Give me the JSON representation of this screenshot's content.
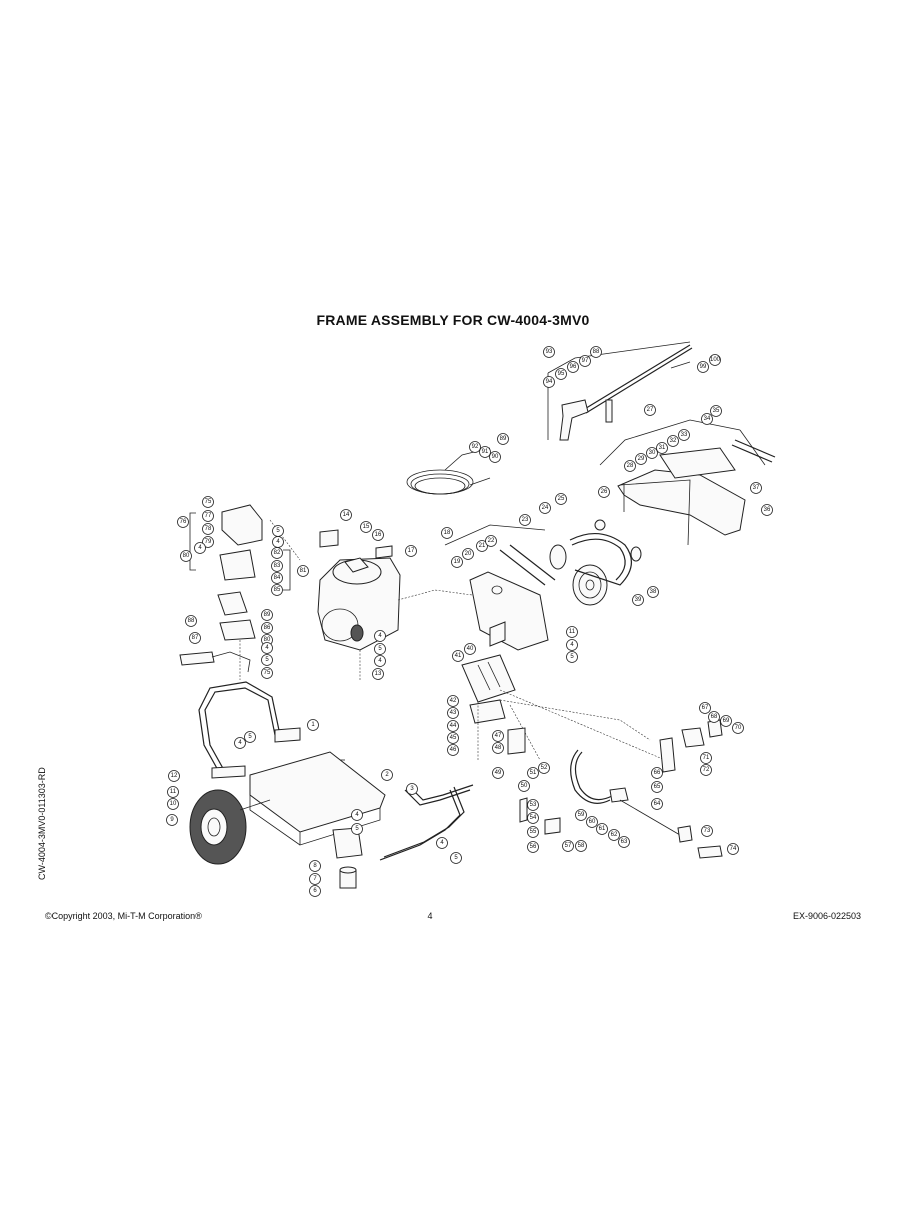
{
  "page": {
    "title": "FRAME ASSEMBLY FOR CW-4004-3MV0",
    "side_code": "CW-4004-3MV0-011303-RD",
    "footer_left": "©Copyright  2003, Mi-T-M Corporation®",
    "footer_center": "4",
    "footer_right": "EX-9006-022503"
  },
  "callouts": [
    "1",
    "2",
    "3",
    "4",
    "5",
    "6",
    "7",
    "8",
    "9",
    "10",
    "11",
    "12",
    "13",
    "14",
    "15",
    "16",
    "17",
    "18",
    "19",
    "20",
    "21",
    "22",
    "23",
    "24",
    "25",
    "26",
    "27",
    "28",
    "29",
    "30",
    "31",
    "32",
    "33",
    "34",
    "35",
    "36",
    "37",
    "38",
    "39",
    "40",
    "41",
    "42",
    "43",
    "44",
    "45",
    "46",
    "47",
    "48",
    "49",
    "50",
    "51",
    "52",
    "53",
    "54",
    "55",
    "56",
    "57",
    "58",
    "59",
    "60",
    "61",
    "62",
    "63",
    "64",
    "65",
    "66",
    "67",
    "68",
    "69",
    "70",
    "71",
    "72",
    "73",
    "74",
    "75",
    "76",
    "77",
    "78",
    "79",
    "80",
    "81",
    "82",
    "83",
    "84",
    "85",
    "86",
    "87",
    "88",
    "89",
    "90",
    "91",
    "92",
    "93",
    "94",
    "95",
    "96",
    "97",
    "99",
    "100"
  ]
}
